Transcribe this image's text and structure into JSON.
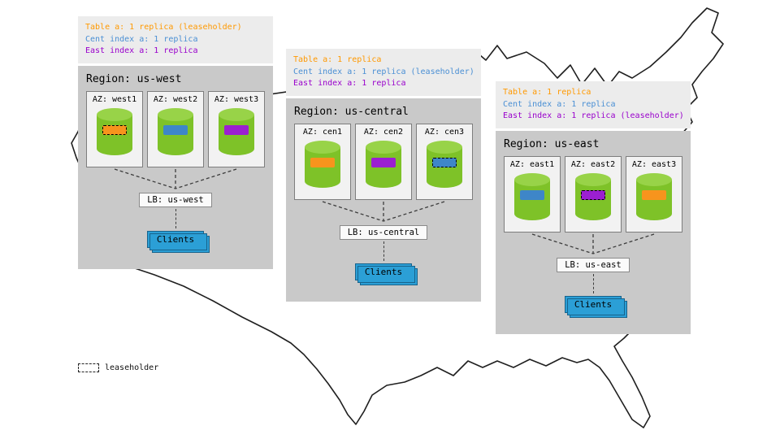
{
  "legend": {
    "label": "leaseholder"
  },
  "clients_color": "#2b9fd6",
  "cyl": {
    "body": "#7ec228",
    "top": "#98d348"
  },
  "regions": [
    {
      "id": "us-west",
      "header_lines": [
        {
          "text": "Table a: 1 replica (leaseholder)",
          "color": "#ff9900"
        },
        {
          "text": "Cent index a: 1 replica",
          "color": "#4a8fd4"
        },
        {
          "text": "East index a: 1 replica",
          "color": "#9900cc"
        }
      ],
      "region_label": "Region: us-west",
      "azs": [
        {
          "label": "AZ: west1",
          "replica_color": "#f7941d",
          "leaseholder": true
        },
        {
          "label": "AZ: west2",
          "replica_color": "#3e86c8",
          "leaseholder": false
        },
        {
          "label": "AZ: west3",
          "replica_color": "#9b1fd1",
          "leaseholder": false
        }
      ],
      "lb_label": "LB: us-west",
      "clients_label": "Clients"
    },
    {
      "id": "us-central",
      "header_lines": [
        {
          "text": "Table a: 1 replica",
          "color": "#ff9900"
        },
        {
          "text": "Cent index a: 1 replica (leaseholder)",
          "color": "#4a8fd4"
        },
        {
          "text": "East index a: 1 replica",
          "color": "#9900cc"
        }
      ],
      "region_label": "Region: us-central",
      "azs": [
        {
          "label": "AZ: cen1",
          "replica_color": "#f7941d",
          "leaseholder": false
        },
        {
          "label": "AZ: cen2",
          "replica_color": "#9b1fd1",
          "leaseholder": false
        },
        {
          "label": "AZ: cen3",
          "replica_color": "#3e86c8",
          "leaseholder": true
        }
      ],
      "lb_label": "LB: us-central",
      "clients_label": "Clients"
    },
    {
      "id": "us-east",
      "header_lines": [
        {
          "text": "Table a: 1 replica",
          "color": "#ff9900"
        },
        {
          "text": "Cent index a: 1 replica",
          "color": "#4a8fd4"
        },
        {
          "text": "East index a: 1 replica (leaseholder)",
          "color": "#9900cc"
        }
      ],
      "region_label": "Region: us-east",
      "azs": [
        {
          "label": "AZ: east1",
          "replica_color": "#3e86c8",
          "leaseholder": false
        },
        {
          "label": "AZ: east2",
          "replica_color": "#9b1fd1",
          "leaseholder": true
        },
        {
          "label": "AZ: east3",
          "replica_color": "#f7941d",
          "leaseholder": false
        }
      ],
      "lb_label": "LB: us-east",
      "clients_label": "Clients"
    }
  ]
}
